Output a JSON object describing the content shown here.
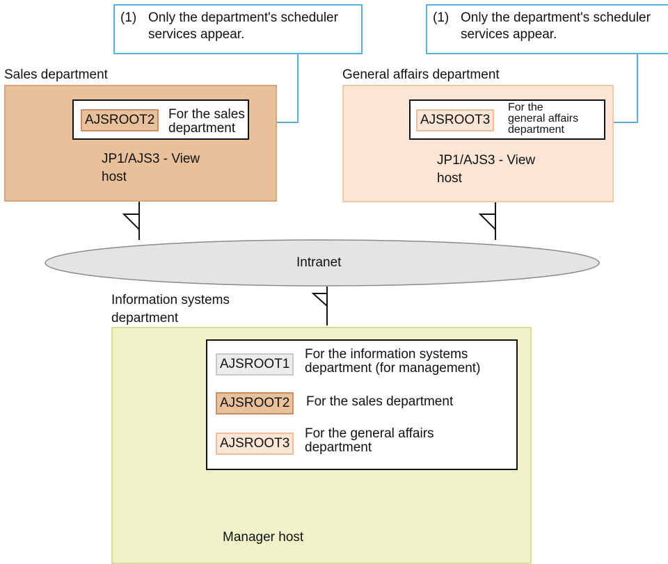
{
  "callouts": [
    {
      "number": "(1)",
      "line1": "Only the department's scheduler",
      "line2": "services appear."
    },
    {
      "number": "(1)",
      "line1": "Only the department's scheduler",
      "line2": "services appear."
    }
  ],
  "sales": {
    "label": "Sales department",
    "tag": "AJSROOT2",
    "desc_line1": "For the sales",
    "desc_line2": "department",
    "host_line1": "JP1/AJS3 - View",
    "host_line2": "host"
  },
  "general": {
    "label": "General affairs department",
    "tag": "AJSROOT3",
    "desc_line1": "For the",
    "desc_line2": "general affairs",
    "desc_line3": "department",
    "host_line1": "JP1/AJS3 - View",
    "host_line2": "host"
  },
  "network": {
    "label": "Intranet"
  },
  "infosys": {
    "label_line1": "Information systems",
    "label_line2": "department",
    "rows": [
      {
        "tag": "AJSROOT1",
        "desc_line1": "For the information systems",
        "desc_line2": "department (for management)"
      },
      {
        "tag": "AJSROOT2",
        "desc_line1": "For the sales department",
        "desc_line2": ""
      },
      {
        "tag": "AJSROOT3",
        "desc_line1": "For the general affairs",
        "desc_line2": "department"
      }
    ],
    "host_label": "Manager host"
  }
}
